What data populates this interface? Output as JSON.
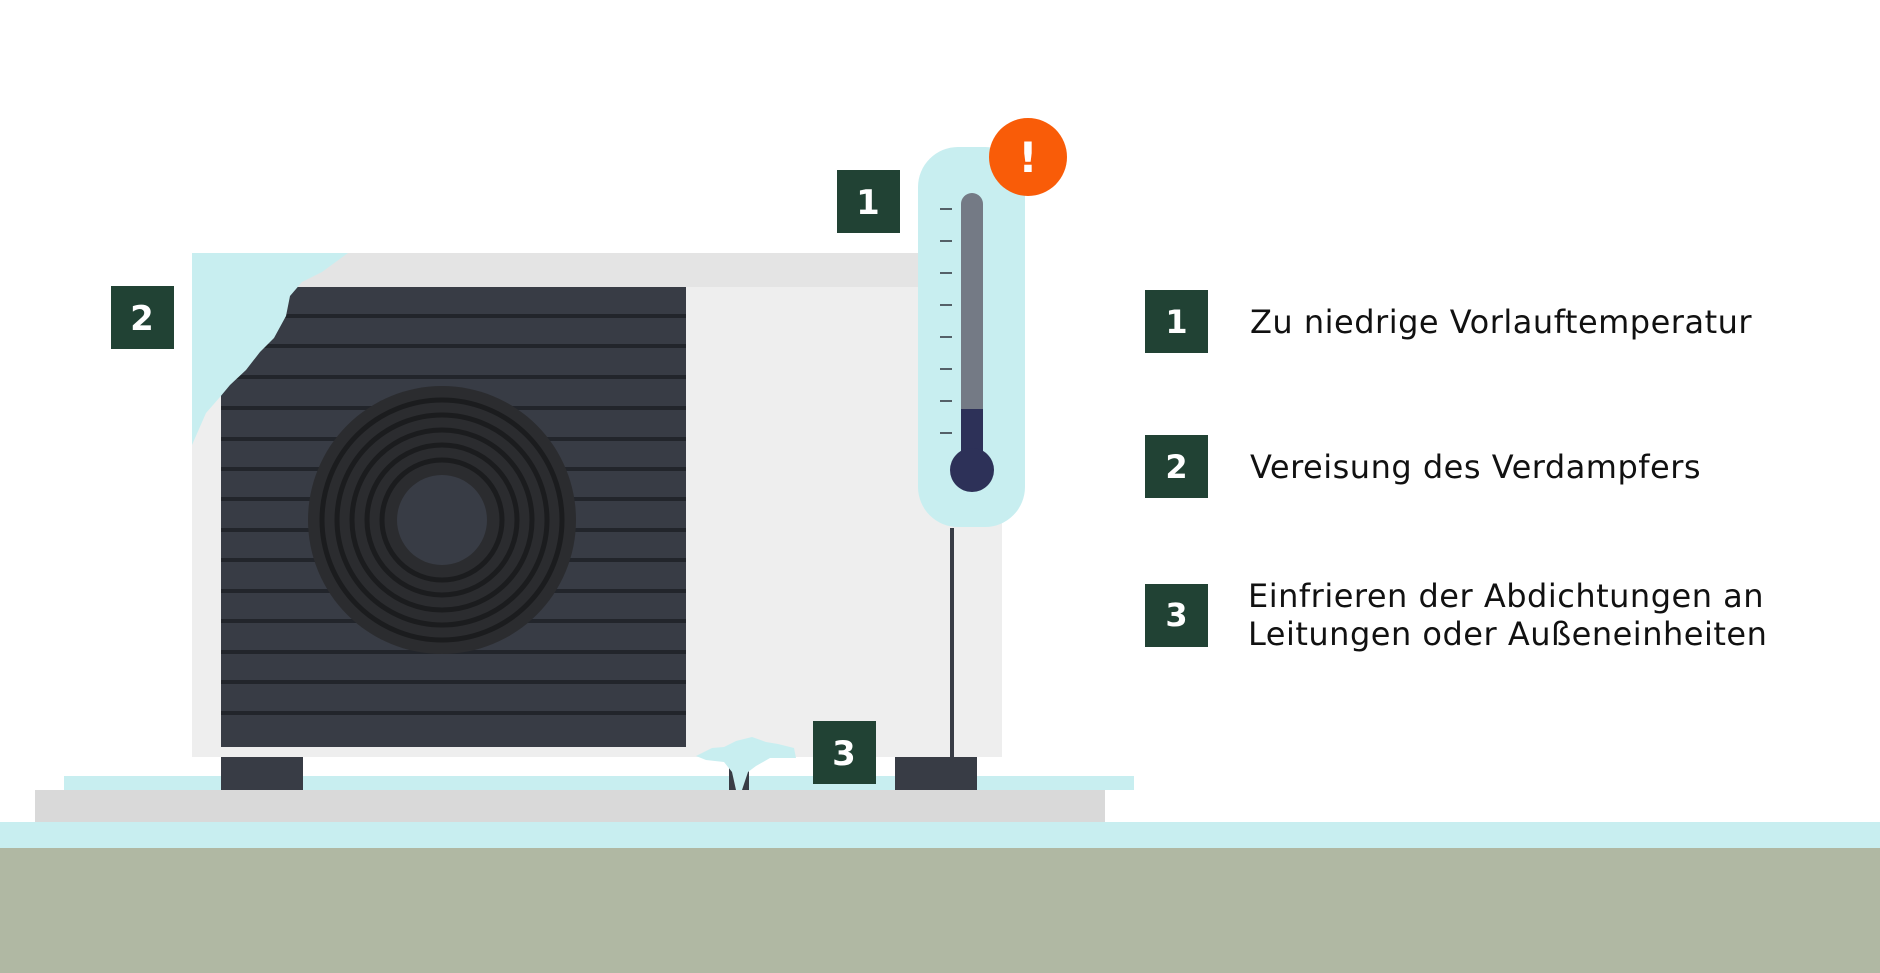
{
  "colors": {
    "ground": "#b0b8a3",
    "ice": "#c8eef0",
    "badge": "#214234",
    "alert": "#f95c08",
    "thermo_fill": "#2d3158",
    "unit_grille": "#383c45"
  },
  "markers": [
    "1",
    "2",
    "3"
  ],
  "thermometer": {
    "alert_symbol": "!",
    "fill_level_pct": 20
  },
  "legend": [
    {
      "number": "1",
      "text": "Zu niedrige Vorlauftemperatur"
    },
    {
      "number": "2",
      "text": "Vereisung des Verdampfers"
    },
    {
      "number": "3",
      "text": "Einfrieren der Abdichtungen an\nLeitungen oder Außeneinheiten"
    }
  ]
}
